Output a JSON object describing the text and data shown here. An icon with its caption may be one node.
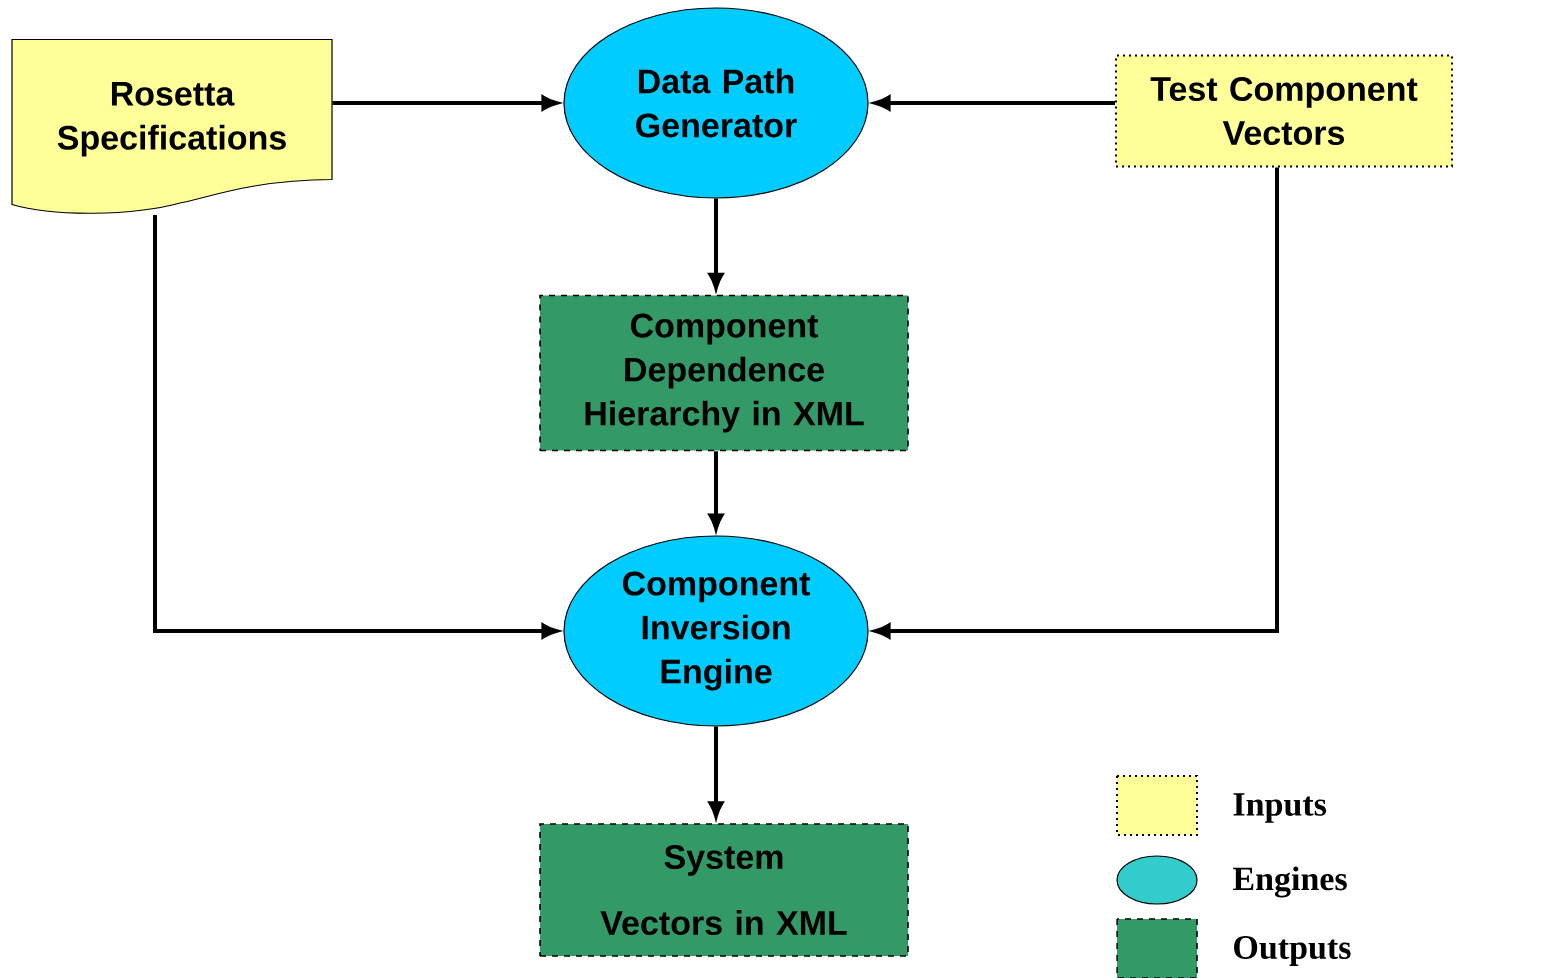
{
  "diagram": {
    "nodes": [
      {
        "text": [
          "Rosetta Specifications"
        ]
      },
      {
        "text": [
          "Data Path Generator"
        ]
      },
      {
        "text": [
          "Test Component Vectors"
        ]
      },
      {
        "text": [
          "Component Dependence Hierarchy in XML"
        ]
      },
      {
        "text": [
          "Component Inversion Engine"
        ]
      },
      {
        "text": [
          "System Vectors in XML"
        ]
      }
    ],
    "edges": [
      {
        "from": 0,
        "to": 1,
        "arrow": "to"
      },
      {
        "from": 2,
        "to": 1,
        "arrow": "to"
      },
      {
        "from": 1,
        "to": 3,
        "arrow": "to"
      },
      {
        "from": 3,
        "to": 4,
        "arrow": "to"
      },
      {
        "from": 0,
        "to": 4,
        "arrow": "to"
      },
      {
        "from": 2,
        "to": 4,
        "arrow": "to"
      },
      {
        "from": 4,
        "to": 5,
        "arrow": "to"
      }
    ],
    "legend": [
      {
        "text": "Inputs",
        "color": "#ffff99"
      },
      {
        "text": "Engines",
        "color": "#33cccc"
      },
      {
        "text": "Outputs",
        "color": "#339966"
      }
    ]
  }
}
